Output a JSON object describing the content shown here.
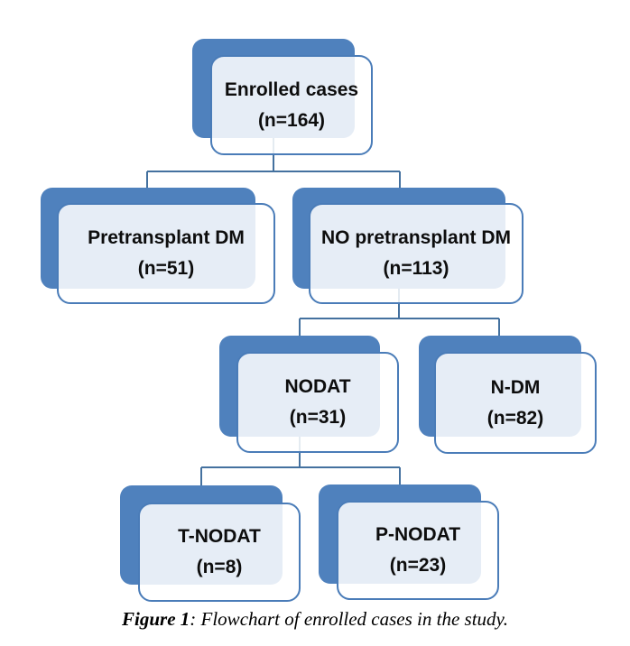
{
  "figure": {
    "caption_bold": "Figure 1",
    "caption_rest": ": Flowchart of enrolled cases in the study."
  },
  "nodes": {
    "enrolled": {
      "label": "Enrolled cases",
      "count": "(n=164)"
    },
    "pretransplant": {
      "label": "Pretransplant DM",
      "count": "(n=51)"
    },
    "no_pretransplant": {
      "label": "NO pretransplant DM",
      "count": "(n=113)"
    },
    "nodat": {
      "label": "NODAT",
      "count": "(n=31)"
    },
    "ndm": {
      "label": "N-DM",
      "count": "(n=82)"
    },
    "tnodat": {
      "label": "T-NODAT",
      "count": "(n=8)"
    },
    "pnodat": {
      "label": "P-NODAT",
      "count": "(n=23)"
    }
  },
  "edges": [
    {
      "from": "Enrolled cases",
      "to": "Pretransplant DM"
    },
    {
      "from": "Enrolled cases",
      "to": "NO pretransplant DM"
    },
    {
      "from": "NO pretransplant DM",
      "to": "NODAT"
    },
    {
      "from": "NO pretransplant DM",
      "to": "N-DM"
    },
    {
      "from": "NODAT",
      "to": "T-NODAT"
    },
    {
      "from": "NODAT",
      "to": "P-NODAT"
    }
  ],
  "colors": {
    "accent_blue": "#4F81BD",
    "box_border": "#4A7CB8",
    "connector": "#44719F",
    "text": "#0d0d0d"
  }
}
